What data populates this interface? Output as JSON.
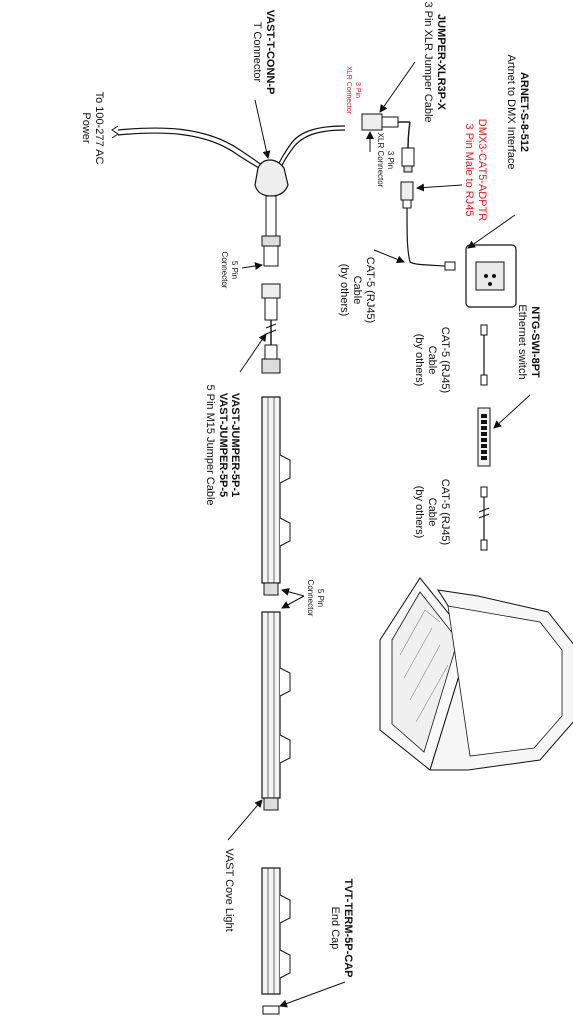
{
  "colors": {
    "line": "#111111",
    "accent_red": "#e21b23",
    "fill_light": "#f2f2f2"
  },
  "labels": {
    "arnet_title": "ARNET-S-8-512",
    "arnet_sub": "Artnet to DMX Interface",
    "dmx_adapter_title": "DMX3-CAT5-ADPTR",
    "dmx_adapter_sub": "3 Pin Male to RJ45",
    "ntg_title": "NTG-SWI-8PT",
    "ntg_sub": "Ethernet switch",
    "jumper_xlr_title": "JUMPER-XLR3P-X",
    "jumper_xlr_sub": "3 Pin XLR Jumper Cable",
    "xlr3_red_1": "3 Pin",
    "xlr3_red_2": "XLR Connector",
    "xlr3_1": "3 Pin",
    "xlr3_2": "XLR Connector",
    "cat5_a_1": "CAT-5 (RJ45)",
    "cat5_a_2": "Cable",
    "cat5_a_3": "(by others)",
    "cat5_b_1": "CAT-5 (RJ45)",
    "cat5_b_2": "Cable",
    "cat5_b_3": "(by others)",
    "cat5_c_1": "CAT-5 (RJ45)",
    "cat5_c_2": "Cable",
    "cat5_c_3": "(by others)",
    "t_conn_title": "VAST-T-CONN-P",
    "t_conn_sub": "T Connector",
    "ac_1": "To 100-277 AC",
    "ac_2": "Power",
    "pin5_a_1": "5 Pin",
    "pin5_a_2": "Connector",
    "jumper5_title_1": "VAST-JUMPER-5P-1",
    "jumper5_title_2": "VAST-JUMPER-5P-5",
    "jumper5_sub": "5 Pin M15 Jumper Cable",
    "pin5_b_1": "5 Pin",
    "pin5_b_2": "Connector",
    "cove_light": "VAST Cove Light",
    "end_cap_title": "TVT-TERM-5P-CAP",
    "end_cap_sub": "End Cap"
  }
}
